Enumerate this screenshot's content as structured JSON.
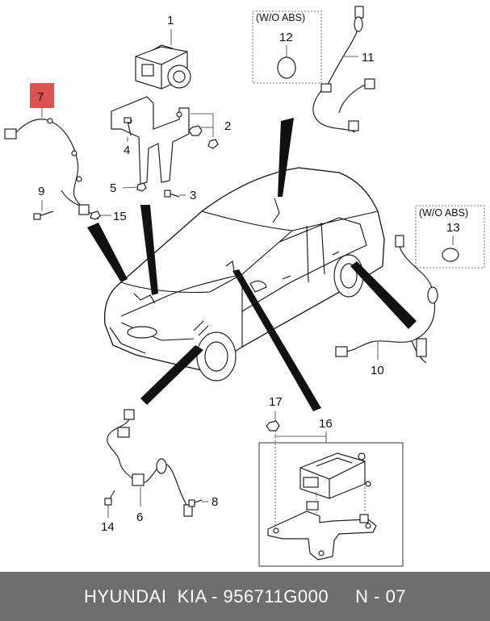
{
  "callouts": {
    "c1": "1",
    "c2": "2",
    "c3": "3",
    "c4": "4",
    "c5": "5",
    "c6": "6",
    "c7": "7",
    "c8": "8",
    "c9": "9",
    "c10": "10",
    "c11": "11",
    "c12": "12",
    "c13": "13",
    "c14": "14",
    "c15": "15",
    "c16": "16",
    "c17": "17"
  },
  "boxes": {
    "wo_abs_top": "(W/O ABS)",
    "wo_abs_right": "(W/O ABS)"
  },
  "colors": {
    "highlight": "#d9534f",
    "footer_bg": "#6e6e6e"
  },
  "footer": {
    "text": "HYUNDAI  KIA - 956711G000     N - 07"
  }
}
